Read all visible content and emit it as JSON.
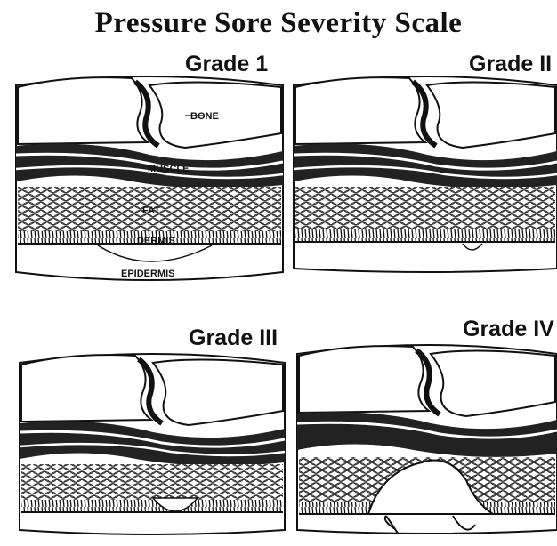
{
  "title": "Pressure Sore Severity Scale",
  "panels": [
    {
      "grade": "Grade 1"
    },
    {
      "grade": "Grade II"
    },
    {
      "grade": "Grade III"
    },
    {
      "grade": "Grade IV"
    }
  ],
  "layers": {
    "bone": "BONE",
    "muscle": "MUSCLE",
    "fat": "FAT",
    "dermis": "DERMIS",
    "epidermis": "EPIDERMIS"
  },
  "colors": {
    "ink": "#111111",
    "paper": "#ffffff"
  }
}
